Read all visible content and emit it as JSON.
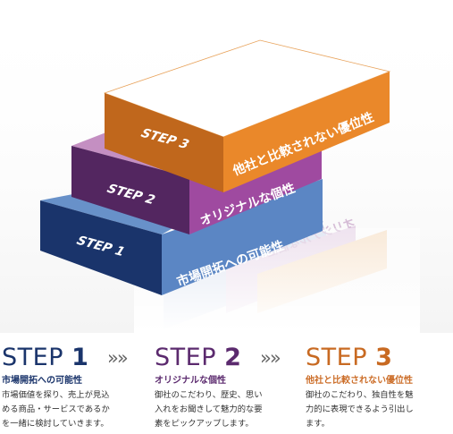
{
  "colors": {
    "step1_front": "#1a346b",
    "step1_top": "#6891c9",
    "step1_side": "#5b86c4",
    "step2_front": "#532660",
    "step2_top": "#c48fc2",
    "step2_side": "#9f4aa0",
    "step3_front": "#c0671c",
    "step3_top": "#ffffff",
    "step3_side": "#ea882a",
    "step1_heading": "#1a346b",
    "step2_heading": "#5b2a6e",
    "step3_heading": "#c86a22",
    "step3_title": "#cc6e29"
  },
  "illustration": {
    "step1_block_label": "STEP 1",
    "step1_side_text": "市場開拓への可能性",
    "step2_block_label": "STEP 2",
    "step2_side_text": "オリジナルな個性",
    "step3_block_label": "STEP 3",
    "step3_side_text": "他社と比較されない優位性"
  },
  "steps": [
    {
      "word": "STEP",
      "num": "1",
      "title": "市場開拓への可能性",
      "desc": [
        "市場価値を探り、売上が見込",
        "める商品・サービスであるか",
        "を一緒に検討していきます。"
      ]
    },
    {
      "word": "STEP",
      "num": "2",
      "title": "オリジナルな個性",
      "desc": [
        "御社のこだわり、歴史、思い",
        "入れをお聞きして魅力的な要",
        "素をピックアップします。"
      ]
    },
    {
      "word": "STEP",
      "num": "3",
      "title": "他社と比較されない優位性",
      "desc": [
        "御社のこだわり、独自性を魅",
        "力的に表現できるよう引出し",
        "ます。"
      ]
    }
  ],
  "arrow_glyph": "»»"
}
